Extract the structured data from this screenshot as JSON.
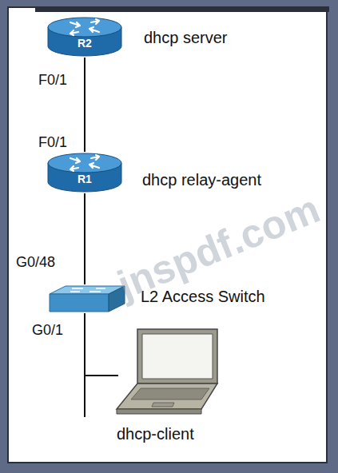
{
  "diagram": {
    "nodes": [
      {
        "text": [
          "R2",
          "dhcp server"
        ]
      },
      {
        "text": [
          "R1",
          "dhcp relay-agent"
        ]
      },
      {
        "text": [
          "L2 Access Switch"
        ]
      },
      {
        "text": [
          "dhcp-client"
        ]
      }
    ],
    "edges": [
      {
        "from": 0,
        "to": 1,
        "arrow": "none"
      },
      {
        "from": 1,
        "to": 2,
        "arrow": "none"
      },
      {
        "from": 2,
        "to": 3,
        "arrow": "none"
      }
    ],
    "labels": [
      "F0/1",
      "F0/1",
      "G0/48",
      "G0/1",
      "jnspdf.com"
    ]
  }
}
